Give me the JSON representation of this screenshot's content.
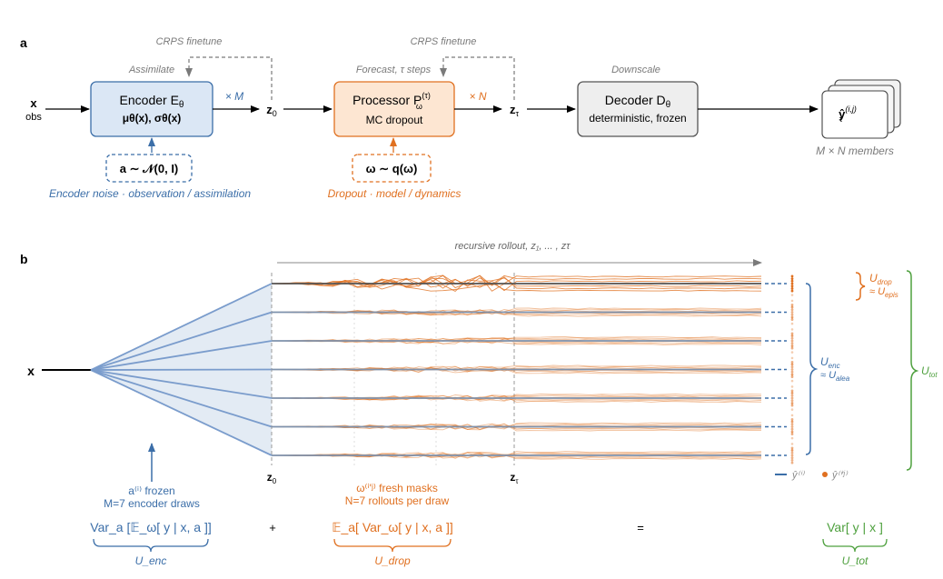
{
  "colors": {
    "blue": "#3b6ea8",
    "blue_light": "#dbe7f5",
    "blue_fan": "#e3ebf4",
    "orange": "#e07020",
    "orange_light": "#fde6d2",
    "gray": "#7a7a7a",
    "gray_box": "#eeeeee",
    "green": "#4ea03e"
  },
  "panel_a": {
    "label": "a",
    "input": {
      "symbol": "x",
      "sub": "obs"
    },
    "encoder": {
      "title": "Encoder E",
      "title_sub": "θ",
      "line2": "μθ(x), σθ(x)",
      "above": "Assimilate",
      "loop": "CRPS finetune",
      "mult": "× M",
      "noise": "a ∼ 𝒩(0, I)",
      "caption": "Encoder noise · observation / assimilation"
    },
    "z0": {
      "base": "z",
      "sub": "0"
    },
    "processor": {
      "title": "Processor P",
      "title_sup": "(τ)",
      "title_sub": "ω",
      "line2": "MC dropout",
      "above": "Forecast, τ steps",
      "loop": "CRPS finetune",
      "mult": "× N",
      "noise": "ω ∼ q(ω)",
      "caption": "Dropout · model / dynamics"
    },
    "ztau": {
      "base": "z",
      "sub": "τ"
    },
    "decoder": {
      "title": "Decoder D",
      "title_sub": "θ",
      "line2": "deterministic, frozen",
      "above": "Downscale"
    },
    "output": {
      "base": "ŷ",
      "sup": "(i,j)",
      "sub": "τ",
      "caption": "M × N members"
    }
  },
  "panel_b": {
    "label": "b",
    "input": "x",
    "rollout_label": "recursive rollout, z₁, ... , zτ",
    "z0": {
      "base": "z",
      "sub": "0"
    },
    "ztau": {
      "base": "z",
      "sub": "τ"
    },
    "encoder_note": {
      "line1": "a⁽ⁱ⁾ frozen",
      "line2": "M=7 encoder draws"
    },
    "dropout_note": {
      "line1": "ω⁽ⁱ'ʲ⁾ fresh masks",
      "line2": "N=7 rollouts per draw"
    },
    "legend": {
      "mean": "ŷ⁽ⁱ⁾",
      "member": "ŷ⁽ⁱ'ʲ⁾"
    },
    "brackets": {
      "drop": {
        "label": "U",
        "sub": "drop",
        "approx": "≈ U",
        "approx_sub": "epis"
      },
      "enc": {
        "label": "U",
        "sub": "enc",
        "approx": "≈ U",
        "approx_sub": "alea"
      },
      "tot": {
        "label": "U",
        "sub": "tot"
      }
    },
    "counts": {
      "encoder_draws": 7,
      "rollouts_per_draw": 7
    }
  },
  "equation": {
    "term1": "Var_a [𝔼_ω[ y | x, a ]]",
    "term1_under": "U_enc",
    "plus": "+",
    "term2": "𝔼_a[ Var_ω[ y | x, a ]]",
    "term2_under": "U_drop",
    "equals": "=",
    "term3": "Var[ y | x ]",
    "term3_under": "U_tot"
  }
}
